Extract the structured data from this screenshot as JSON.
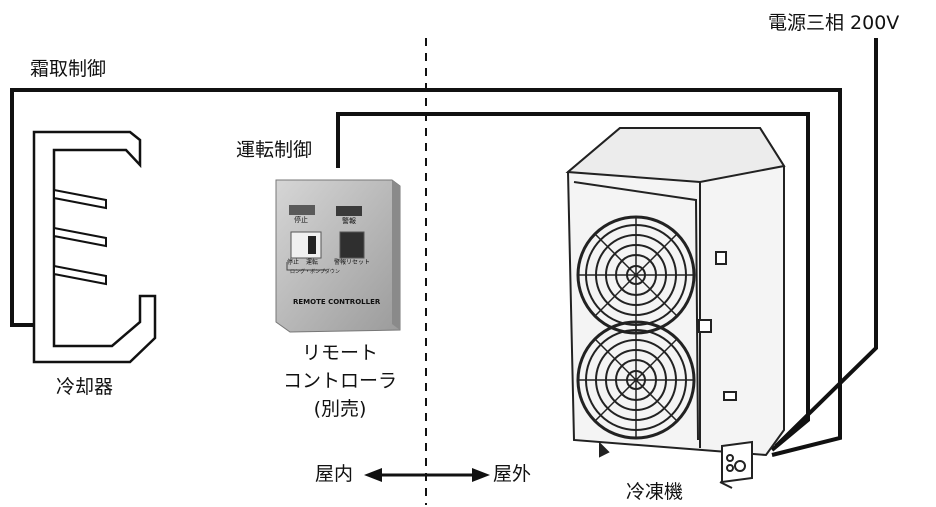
{
  "labels": {
    "power": "電源三相 200V",
    "defrost": "霜取制御",
    "operation": "運転制御",
    "cooler": "冷却器",
    "remote_line1": "リモート",
    "remote_line2": "コントローラ",
    "remote_line3": "(別売)",
    "indoor": "屋内",
    "outdoor": "屋外",
    "freezer": "冷凍機"
  },
  "remote_panel": {
    "brand": "REMOTE CONTROLLER",
    "btn_left_top": "停止",
    "btn_left_a": "停止",
    "btn_left_b": "運転",
    "btn_right_top": "警報",
    "btn_right": "警報リセット",
    "caption": "ロング・ボンプダウン"
  }
}
